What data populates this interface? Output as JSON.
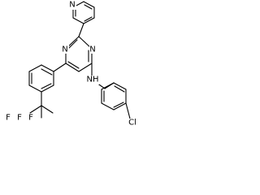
{
  "atom_labels": {
    "pyridine_n": "N",
    "pyrimidine_n1": "N",
    "pyrimidine_n3": "N",
    "amine_nh": "NH",
    "chlorine": "Cl",
    "fluorine_1": "F",
    "fluorine_2": "F",
    "fluorine_3": "F"
  }
}
